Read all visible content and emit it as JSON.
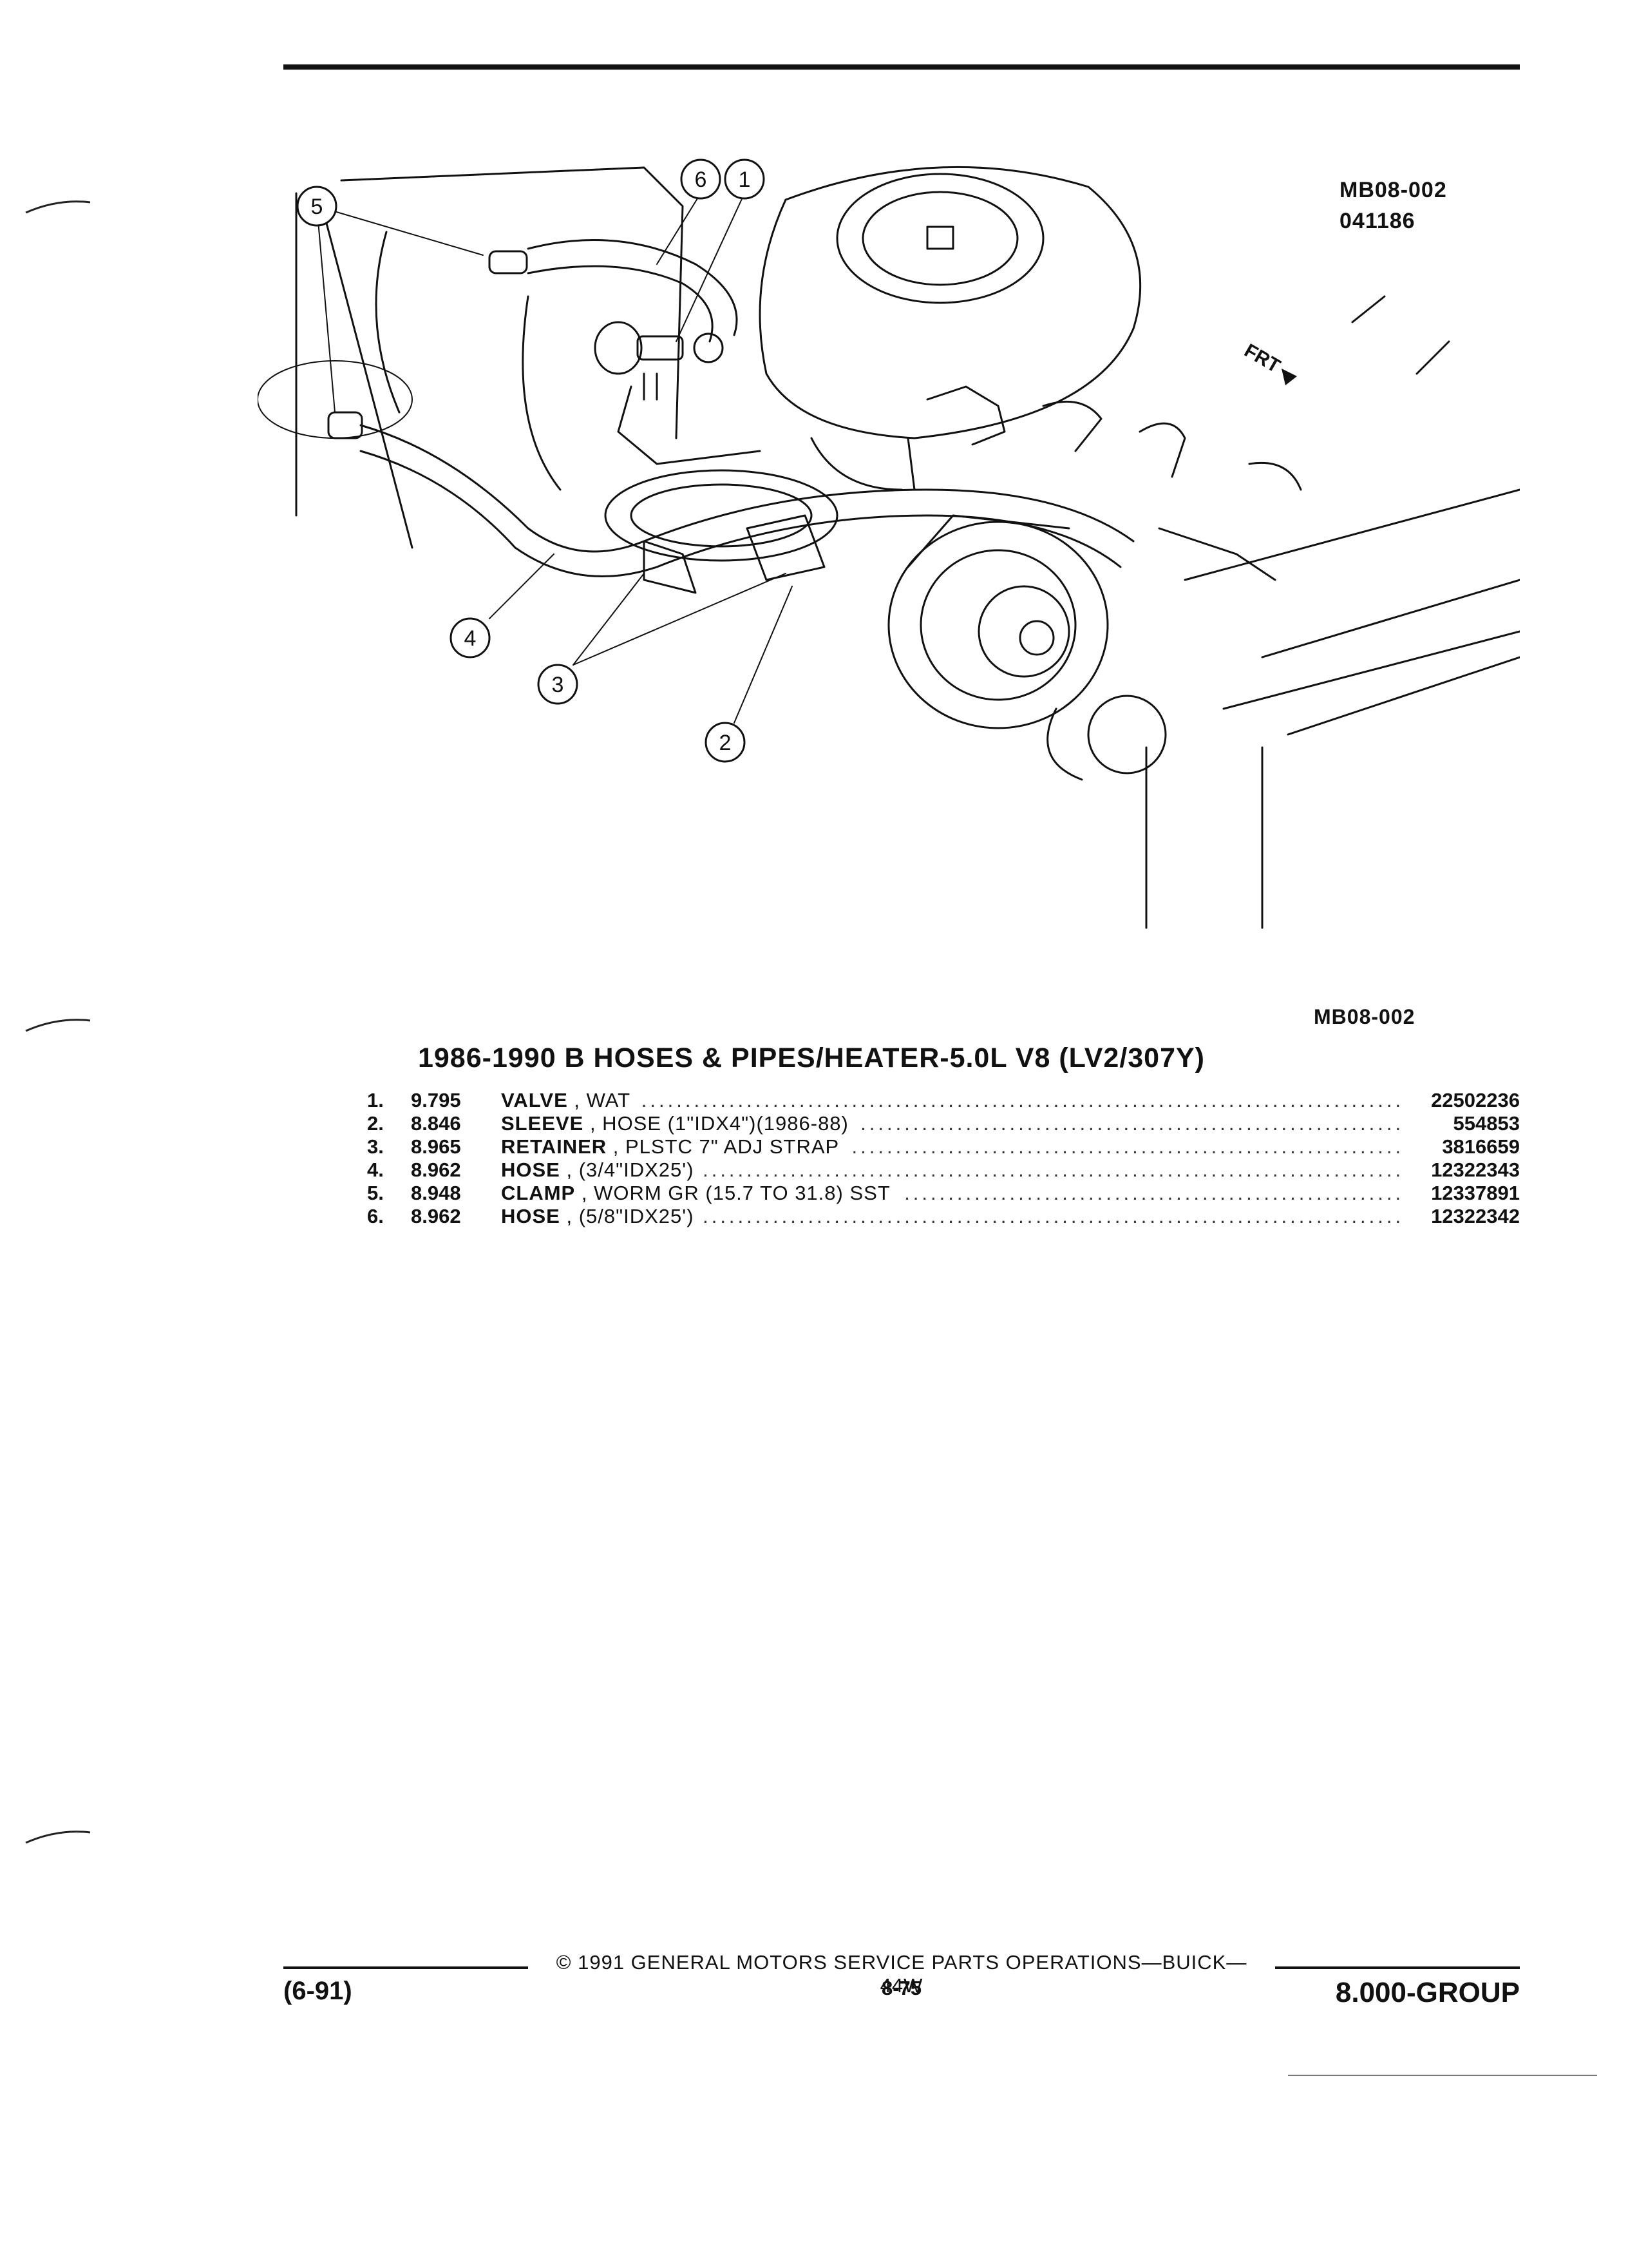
{
  "header": {
    "diagram_code": "MB08-002",
    "diagram_date": "041186"
  },
  "illustration": {
    "callouts": [
      "1",
      "2",
      "3",
      "4",
      "5",
      "6"
    ],
    "direction_label": "FRT"
  },
  "caption_code": "MB08-002",
  "section_title": "1986-1990 B HOSES & PIPES/HEATER-5.0L V8 (LV2/307Y)",
  "parts": [
    {
      "num": "1.",
      "code": "9.795",
      "name": "VALVE",
      "desc": ", WAT",
      "part_no": "22502236"
    },
    {
      "num": "2.",
      "code": "8.846",
      "name": "SLEEVE",
      "desc": ", HOSE (1\"IDX4\")(1986-88)",
      "part_no": "554853"
    },
    {
      "num": "3.",
      "code": "8.965",
      "name": "RETAINER",
      "desc": ", PLSTC 7\" ADJ STRAP",
      "part_no": "3816659"
    },
    {
      "num": "4.",
      "code": "8.962",
      "name": "HOSE",
      "desc": ", (3/4\"IDX25')",
      "part_no": "12322343"
    },
    {
      "num": "5.",
      "code": "8.948",
      "name": "CLAMP",
      "desc": ", WORM GR (15.7 TO 31.8) SST",
      "part_no": "12337891"
    },
    {
      "num": "6.",
      "code": "8.962",
      "name": "HOSE",
      "desc": ", (5/8\"IDX25')",
      "part_no": "12322342"
    }
  ],
  "footer": {
    "copyright": "© 1991 GENERAL MOTORS SERVICE PARTS OPERATIONS—BUICK—44W",
    "page_number": "8-75",
    "revision": "(6-91)",
    "group": "8.000-GROUP"
  }
}
